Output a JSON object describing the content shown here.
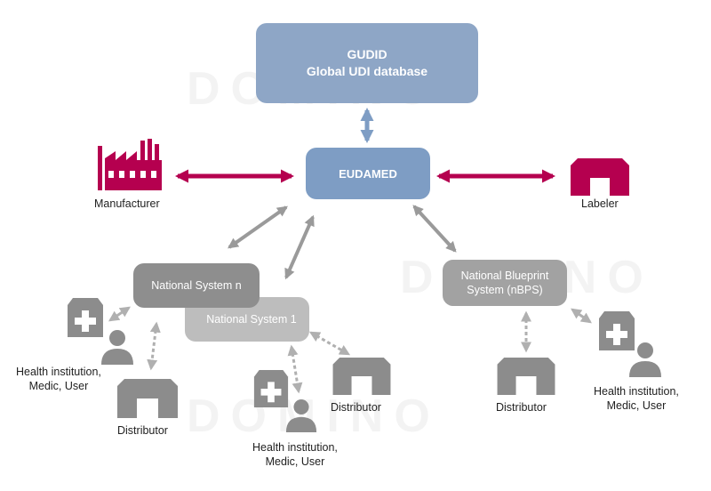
{
  "nodes": {
    "gudid": {
      "title": "GUDID",
      "subtitle": "Global UDI database"
    },
    "eudamed": {
      "label": "EUDAMED"
    },
    "national_system_n": {
      "label": "National System n"
    },
    "national_system_1": {
      "label": "National System 1"
    },
    "national_blueprint": {
      "line1": "National Blueprint",
      "line2": "System (nBPS)"
    }
  },
  "actors": {
    "manufacturer": "Manufacturer",
    "labeler": "Labeler",
    "health_left": {
      "line1": "Health institution,",
      "line2": "Medic, User"
    },
    "distributor_left": "Distributor",
    "health_center": {
      "line1": "Health institution,",
      "line2": "Medic, User"
    },
    "distributor_center": "Distributor",
    "distributor_right": "Distributor",
    "health_right": {
      "line1": "Health institution,",
      "line2": "Medic, User"
    }
  },
  "watermark": "DOMINO",
  "colors": {
    "gudid": "#8ea6c6",
    "eudamed": "#7e9dc4",
    "national_system_n": "#8e8e8e",
    "national_system_1": "#bdbdbd",
    "national_blueprint": "#a2a2a2",
    "accent_magenta": "#b5004f",
    "icon_gray": "#8c8c8c",
    "connector_gray": "#9a9a9a"
  },
  "icons": {
    "manufacturer": "factory-icon",
    "labeler": "building-icon",
    "health": "medical-cross-icon",
    "user": "person-icon",
    "distributor": "warehouse-icon"
  }
}
